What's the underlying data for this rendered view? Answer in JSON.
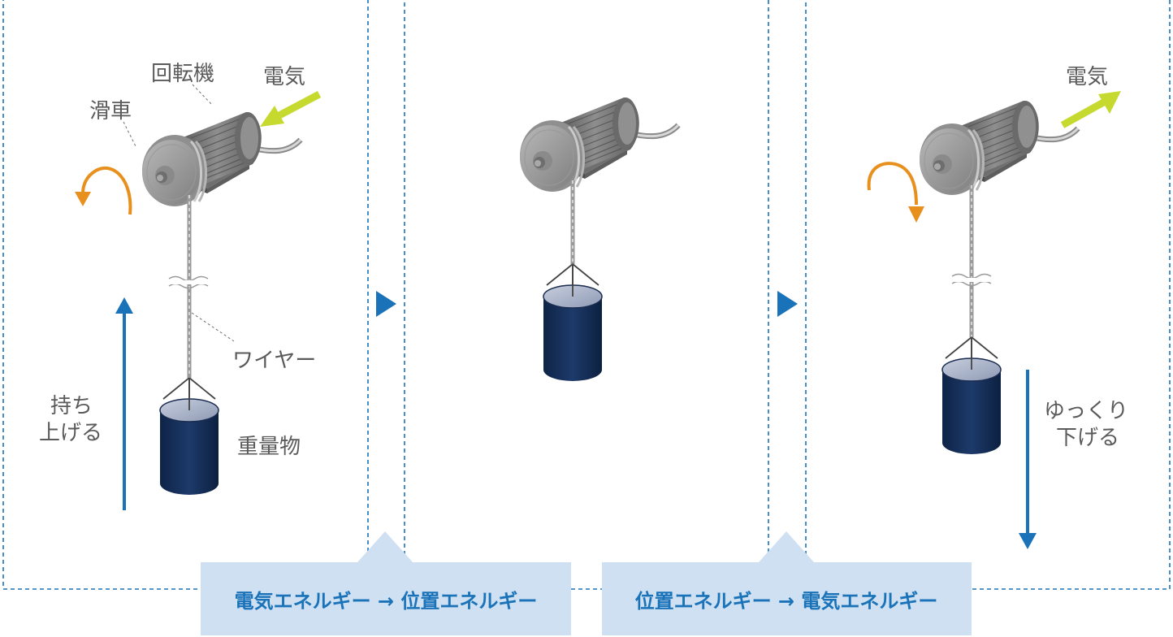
{
  "labels": {
    "motor": "回転機",
    "pulley": "滑車",
    "electricity_in": "電気",
    "electricity_out": "電気",
    "wire": "ワイヤー",
    "weight": "重量物",
    "lift_line1": "持ち",
    "lift_line2": "上げる",
    "lower_line1": "ゆっくり",
    "lower_line2": "下げる"
  },
  "captions": {
    "left": "電気エネルギー → 位置エネルギー",
    "right": "位置エネルギー → 電気エネルギー"
  },
  "colors": {
    "panel_border": "#1a73b8",
    "caption_bg": "#cfe0f2",
    "caption_text": "#1a73b8",
    "electric_arrow": "#c6d92e",
    "rotation_arrow": "#e8901e",
    "motion_arrow": "#1a73b8",
    "weight_body": "#14305a",
    "motor_body": "#7a7a7a"
  },
  "icons": {
    "step_arrow": "triangle-right-icon",
    "wire_break": "wave-break-icon"
  }
}
